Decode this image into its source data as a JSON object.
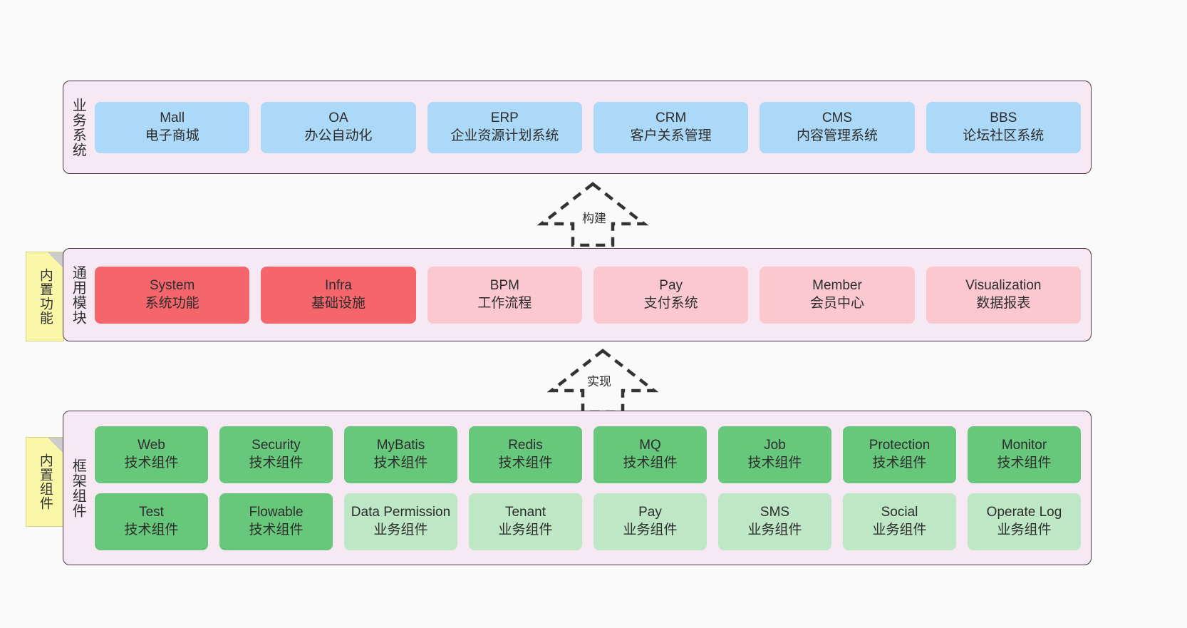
{
  "colors": {
    "canvas_bg": "#fafafa",
    "panel_bg": "#F7E9F3",
    "panel_border": "#4a3a47",
    "business_card": "#ACD9F7",
    "module_core": "#F4666C",
    "module_plain": "#FBC8D0",
    "tech_component": "#67C77A",
    "business_component": "#BEE7C5",
    "sticky_note": "#FBF7A8",
    "sticky_fold": "#cccccc",
    "text": "#2d2d2d"
  },
  "layers": {
    "business": {
      "title": "业务系统",
      "cards": [
        {
          "name": "Mall",
          "desc": "电子商城"
        },
        {
          "name": "OA",
          "desc": "办公自动化"
        },
        {
          "name": "ERP",
          "desc": "企业资源计划系统"
        },
        {
          "name": "CRM",
          "desc": "客户关系管理"
        },
        {
          "name": "CMS",
          "desc": "内容管理系统"
        },
        {
          "name": "BBS",
          "desc": "论坛社区系统"
        }
      ]
    },
    "common": {
      "title": "通用模块",
      "sticky": "内置功能",
      "cards": [
        {
          "name": "System",
          "desc": "系统功能",
          "kind": "core"
        },
        {
          "name": "Infra",
          "desc": "基础设施",
          "kind": "core"
        },
        {
          "name": "BPM",
          "desc": "工作流程",
          "kind": "plain"
        },
        {
          "name": "Pay",
          "desc": "支付系统",
          "kind": "plain"
        },
        {
          "name": "Member",
          "desc": "会员中心",
          "kind": "plain"
        },
        {
          "name": "Visualization",
          "desc": "数据报表",
          "kind": "plain"
        }
      ]
    },
    "framework": {
      "title": "框架组件",
      "sticky": "内置组件",
      "row1": [
        {
          "name": "Web",
          "desc": "技术组件",
          "kind": "tech"
        },
        {
          "name": "Security",
          "desc": "技术组件",
          "kind": "tech"
        },
        {
          "name": "MyBatis",
          "desc": "技术组件",
          "kind": "tech"
        },
        {
          "name": "Redis",
          "desc": "技术组件",
          "kind": "tech"
        },
        {
          "name": "MQ",
          "desc": "技术组件",
          "kind": "tech"
        },
        {
          "name": "Job",
          "desc": "技术组件",
          "kind": "tech"
        },
        {
          "name": "Protection",
          "desc": "技术组件",
          "kind": "tech"
        },
        {
          "name": "Monitor",
          "desc": "技术组件",
          "kind": "tech"
        }
      ],
      "row2": [
        {
          "name": "Test",
          "desc": "技术组件",
          "kind": "tech"
        },
        {
          "name": "Flowable",
          "desc": "技术组件",
          "kind": "tech"
        },
        {
          "name": "Data Permission",
          "desc": "业务组件",
          "kind": "biz"
        },
        {
          "name": "Tenant",
          "desc": "业务组件",
          "kind": "biz"
        },
        {
          "name": "Pay",
          "desc": "业务组件",
          "kind": "biz"
        },
        {
          "name": "SMS",
          "desc": "业务组件",
          "kind": "biz"
        },
        {
          "name": "Social",
          "desc": "业务组件",
          "kind": "biz"
        },
        {
          "name": "Operate Log",
          "desc": "业务组件",
          "kind": "biz"
        }
      ]
    }
  },
  "connectors": [
    {
      "id": "build",
      "label": "构建",
      "style": "dashed-hollow-arrow",
      "direction": "up"
    },
    {
      "id": "impl",
      "label": "实现",
      "style": "dashed-hollow-arrow",
      "direction": "up"
    }
  ]
}
